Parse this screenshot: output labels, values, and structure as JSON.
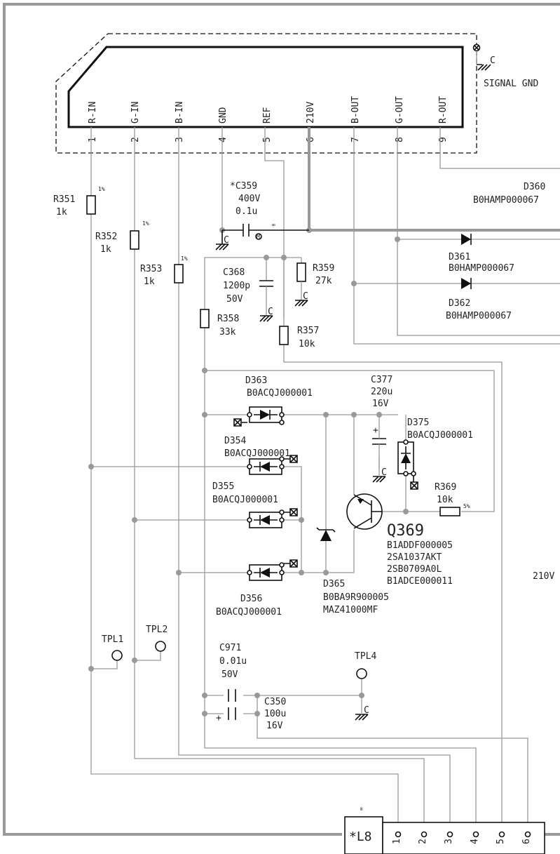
{
  "ic": {
    "pins": [
      {
        "num": "1",
        "name": "R-IN"
      },
      {
        "num": "2",
        "name": "G-IN"
      },
      {
        "num": "3",
        "name": "B-IN"
      },
      {
        "num": "4",
        "name": "GND"
      },
      {
        "num": "5",
        "name": "REF"
      },
      {
        "num": "6",
        "name": "210V"
      },
      {
        "num": "7",
        "name": "B-OUT"
      },
      {
        "num": "8",
        "name": "G-OUT"
      },
      {
        "num": "9",
        "name": "R-OUT"
      }
    ]
  },
  "signal_gnd": "SIGNAL GND",
  "ground_mark": "C",
  "tol": "1%",
  "tol5": "5%",
  "infinity": "∞",
  "plus": "+",
  "r351": {
    "ref": "R351",
    "val": "1k"
  },
  "r352": {
    "ref": "R352",
    "val": "1k"
  },
  "r353": {
    "ref": "R353",
    "val": "1k"
  },
  "c359": {
    "ref": "*C359",
    "volt": "400V",
    "val": "0.1u"
  },
  "c368": {
    "ref": "C368",
    "val": "1200p",
    "volt": "50V"
  },
  "r359": {
    "ref": "R359",
    "val": "27k"
  },
  "r358": {
    "ref": "R358",
    "val": "33k"
  },
  "r357": {
    "ref": "R357",
    "val": "10k"
  },
  "d360": {
    "ref": "D360",
    "part": "B0HAMP000067"
  },
  "d361": {
    "ref": "D361",
    "part": "B0HAMP000067"
  },
  "d362": {
    "ref": "D362",
    "part": "B0HAMP000067"
  },
  "d363": {
    "ref": "D363",
    "part": "B0ACQJ000001"
  },
  "d354": {
    "ref": "D354",
    "part": "B0ACQJ000001"
  },
  "d355": {
    "ref": "D355",
    "part": "B0ACQJ000001"
  },
  "d356": {
    "ref": "D356",
    "part": "B0ACQJ000001"
  },
  "d375": {
    "ref": "D375",
    "part": "B0ACQJ000001"
  },
  "c377": {
    "ref": "C377",
    "val": "220u",
    "volt": "16V"
  },
  "r369": {
    "ref": "R369",
    "val": "10k"
  },
  "q369": {
    "ref": "Q369",
    "parts": [
      "B1ADDF000005",
      "2SA1037AKT",
      "2SB0709A0L",
      "B1ADCE000011"
    ]
  },
  "d365": {
    "ref": "D365",
    "parts": [
      "B0BA9R900005",
      "MAZ41000MF"
    ]
  },
  "label_210v": "210V",
  "tpl1": "TPL1",
  "tpl2": "TPL2",
  "tpl4": "TPL4",
  "c971": {
    "ref": "C971",
    "val": "0.01u",
    "volt": "50V"
  },
  "c350": {
    "ref": "C350",
    "val": "100u",
    "volt": "16V"
  },
  "l8": {
    "ref": "*L8",
    "pins": [
      "1",
      "2",
      "3",
      "4",
      "5",
      "6"
    ]
  }
}
